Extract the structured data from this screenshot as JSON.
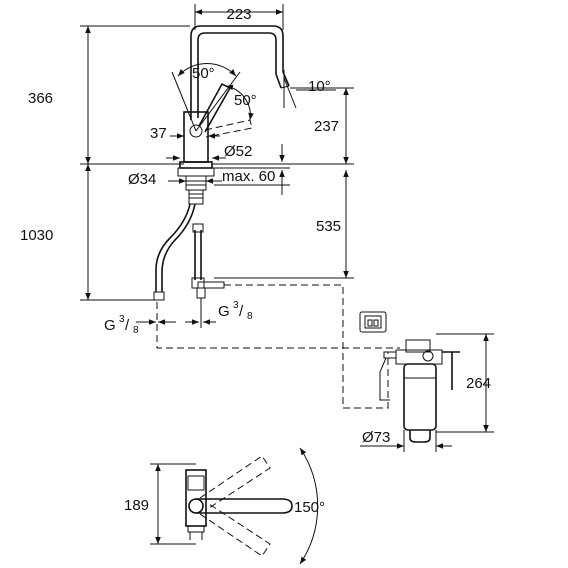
{
  "dimensions": {
    "top_width": "223",
    "total_height_above": "366",
    "swivel_angle_1": "50°",
    "swivel_angle_2": "50°",
    "spout_tilt": "10°",
    "lever_offset": "37",
    "spout_height": "237",
    "base_diameter": "Ø52",
    "shank_diameter": "Ø34",
    "max_thickness": "max. 60",
    "hose_length": "1030",
    "shank_length": "535",
    "thread_left": "G",
    "thread_left_num": "3",
    "thread_left_den": "8",
    "thread_right": "G",
    "thread_right_num": "3",
    "thread_right_den": "8",
    "filter_height": "264",
    "filter_diameter": "Ø73",
    "plan_depth": "189",
    "swivel_range": "150°"
  }
}
